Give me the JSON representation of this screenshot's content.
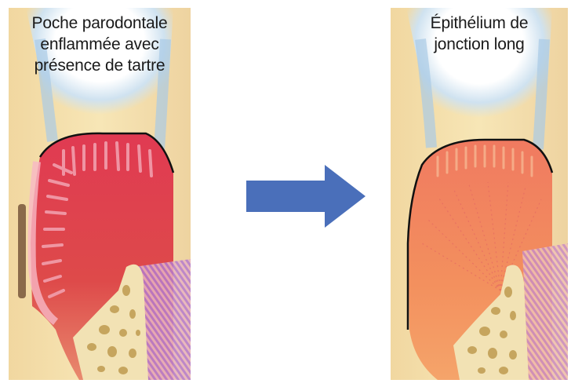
{
  "figure": {
    "before": {
      "caption_lines": [
        "Poche parodontale",
        "enflammée avec",
        "présence de tartre"
      ]
    },
    "after": {
      "caption_lines": [
        "Épithélium de",
        "jonction long"
      ]
    },
    "arrow": {
      "direction": "right",
      "color": "#4a6fba"
    },
    "colors": {
      "background": "#f4dfa8",
      "enamel_glow": "#bcd6ea",
      "inflamed_tissue": "#d93c4c",
      "healed_tissue": "#f08a5c",
      "bone": "#f2e2b4",
      "outline": "#111111"
    }
  }
}
